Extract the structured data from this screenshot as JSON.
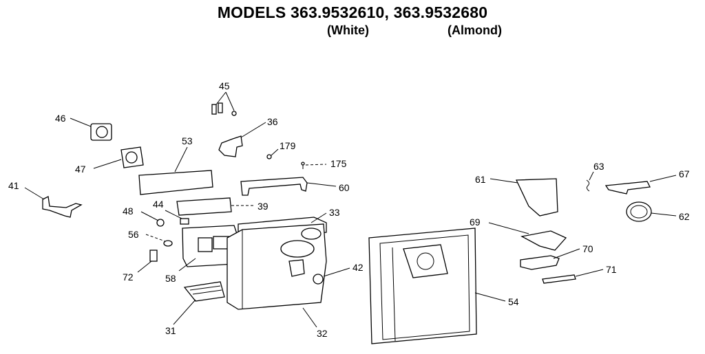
{
  "header": {
    "title": "MODELS 363.9532610, 363.9532680",
    "sub_white": "(White)",
    "sub_almond": "(Almond)"
  },
  "callouts": {
    "c45": "45",
    "c46": "46",
    "c36": "36",
    "c179": "179",
    "c53": "53",
    "c47": "47",
    "c175": "175",
    "c41": "41",
    "c60": "60",
    "c63": "63",
    "c67": "67",
    "c61": "61",
    "c48": "48",
    "c44": "44",
    "c39": "39",
    "c33": "33",
    "c62": "62",
    "c69": "69",
    "c56": "56",
    "c70": "70",
    "c42": "42",
    "c71": "71",
    "c72": "72",
    "c58": "58",
    "c54": "54",
    "c31": "31",
    "c32": "32"
  }
}
